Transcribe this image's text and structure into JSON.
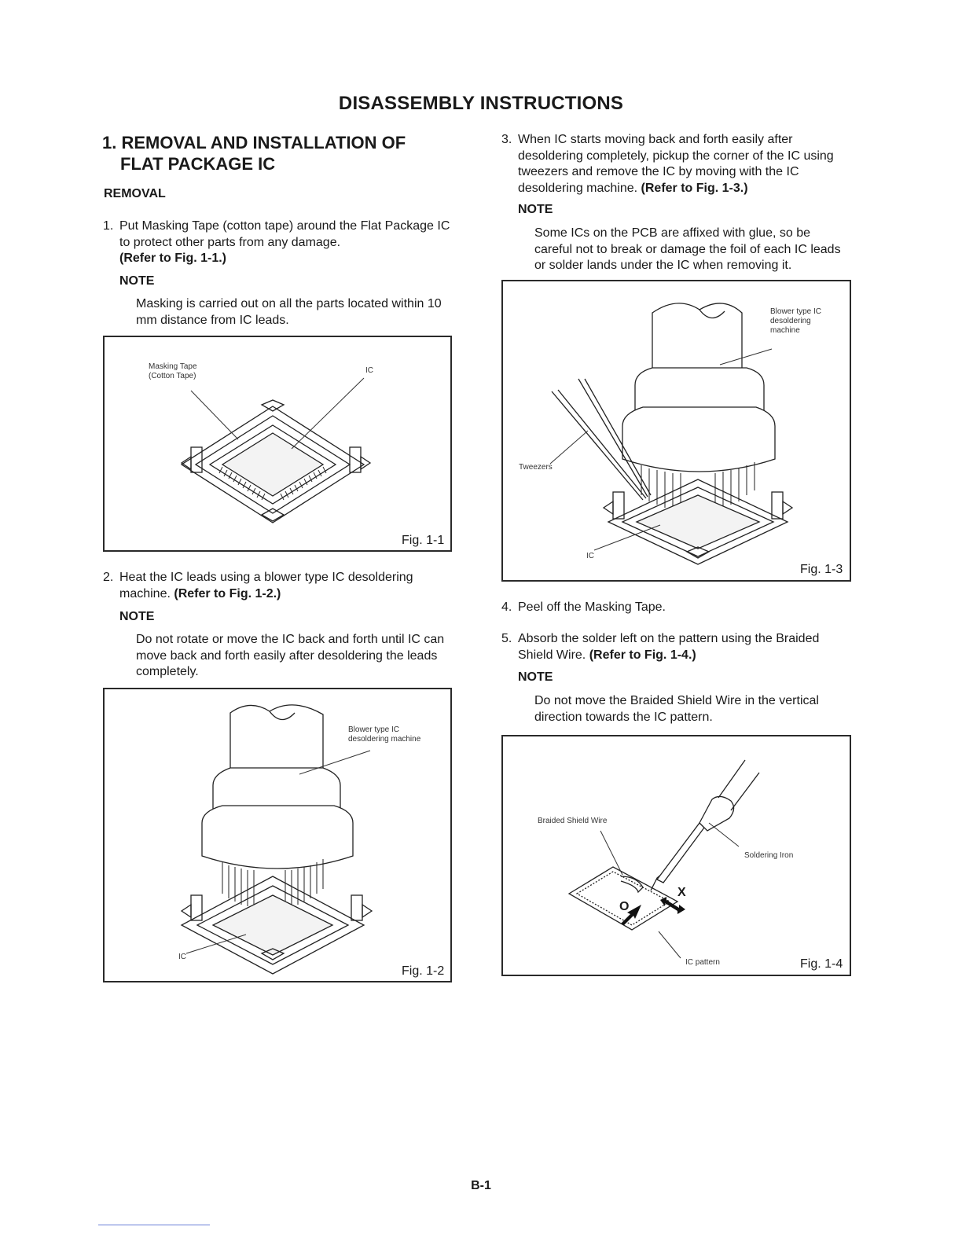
{
  "page": {
    "title": "DISASSEMBLY INSTRUCTIONS",
    "page_number": "B-1"
  },
  "section": {
    "heading_line1": "1. REMOVAL AND INSTALLATION OF",
    "heading_line2": "FLAT PACKAGE IC",
    "subheading": "REMOVAL"
  },
  "steps": [
    {
      "num": "1.",
      "text": "Put Masking Tape (cotton tape) around the Flat Package IC to protect other parts from any damage.",
      "ref": "(Refer to Fig. 1-1.)",
      "note_label": "NOTE",
      "note": "Masking is carried out on all the parts located within 10 mm distance from IC leads."
    },
    {
      "num": "2.",
      "text": "Heat the IC leads using a blower type IC desoldering machine.",
      "ref": "(Refer to Fig. 1-2.)",
      "note_label": "NOTE",
      "note": "Do not rotate or move the IC back and forth until IC can move back and forth easily after desoldering the leads completely."
    },
    {
      "num": "3.",
      "text": "When IC starts moving back and forth easily after desoldering completely, pickup the corner of the IC using tweezers and remove the IC by moving with the IC desoldering machine.",
      "ref": "(Refer to Fig. 1-3.)",
      "note_label": "NOTE",
      "note": "Some ICs on the PCB are affixed with glue, so be careful not to break or damage the foil of each IC leads or solder lands under the IC when removing it."
    },
    {
      "num": "4.",
      "text": "Peel off the Masking Tape."
    },
    {
      "num": "5.",
      "text": "Absorb the solder left on the pattern using the Braided Shield Wire.",
      "ref": "(Refer to Fig. 1-4.)",
      "note_label": "NOTE",
      "note": "Do not move the Braided Shield Wire in the vertical direction towards the IC pattern."
    }
  ],
  "figures": {
    "fig1": {
      "label": "Fig. 1-1",
      "callout_tape_1": "Masking Tape",
      "callout_tape_2": "(Cotton Tape)",
      "callout_ic": "IC"
    },
    "fig2": {
      "label": "Fig. 1-2",
      "callout_blower_1": "Blower type IC",
      "callout_blower_2": "desoldering machine",
      "callout_ic": "IC"
    },
    "fig3": {
      "label": "Fig. 1-3",
      "callout_blower_1": "Blower type IC",
      "callout_blower_2": "desoldering",
      "callout_blower_3": "machine",
      "callout_tweezers": "Tweezers",
      "callout_ic": "IC"
    },
    "fig4": {
      "label": "Fig. 1-4",
      "callout_wire": "Braided Shield Wire",
      "callout_iron": "Soldering Iron",
      "callout_pattern": "IC pattern",
      "mark_ok": "O",
      "mark_ng": "X"
    }
  }
}
